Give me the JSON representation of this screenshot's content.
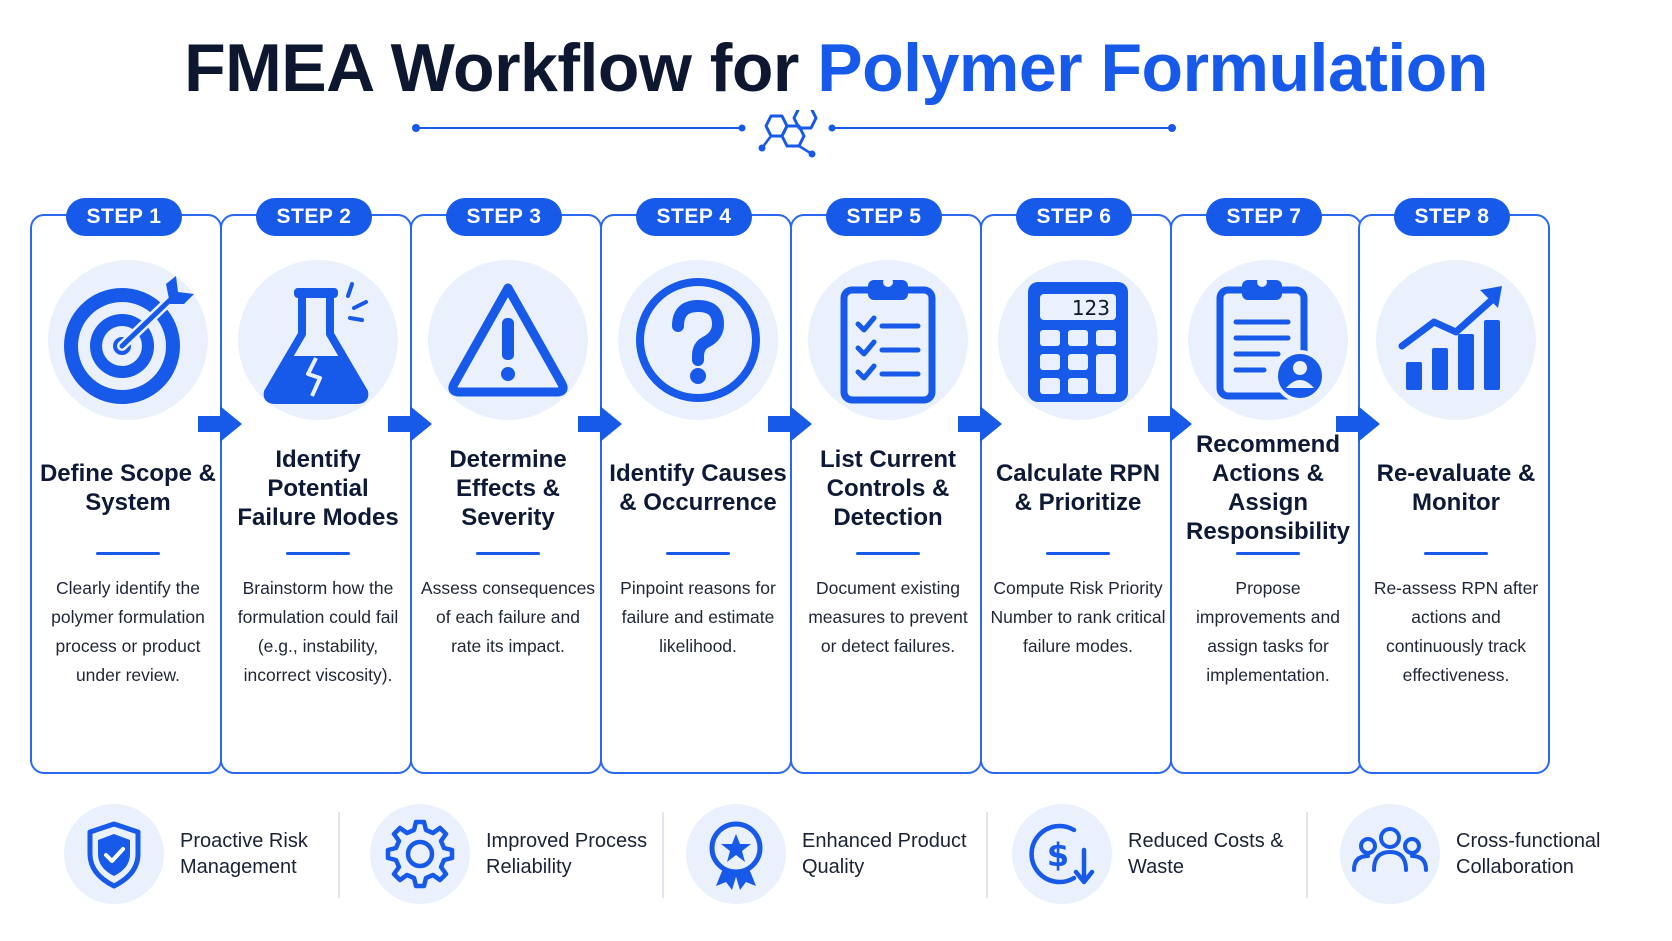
{
  "header": {
    "title_main": "FMEA Workflow for ",
    "title_accent": "Polymer Formulation"
  },
  "colors": {
    "accent": "#1759e8",
    "light": "#eaf1fd",
    "text": "#0d1730"
  },
  "steps": [
    {
      "badge": "STEP 1",
      "icon": "target-icon",
      "title": "Define Scope & System",
      "desc": "Clearly identify the polymer formulation process or product under review."
    },
    {
      "badge": "STEP 2",
      "icon": "flask-icon",
      "title": "Identify Potential Failure Modes",
      "desc": "Brainstorm how the formulation could fail (e.g., instability, incorrect viscosity)."
    },
    {
      "badge": "STEP 3",
      "icon": "warning-icon",
      "title": "Determine Effects & Severity",
      "desc": "Assess consequences of each failure and rate its impact."
    },
    {
      "badge": "STEP 4",
      "icon": "question-icon",
      "title": "Identify Causes & Occurrence",
      "desc": "Pinpoint reasons for failure and estimate likelihood."
    },
    {
      "badge": "STEP 5",
      "icon": "checklist-icon",
      "title": "List Current Controls & Detection",
      "desc": "Document existing measures to prevent or detect failures."
    },
    {
      "badge": "STEP 6",
      "icon": "calculator-icon",
      "title": "Calculate RPN & Prioritize",
      "desc": "Compute Risk Priority Number to rank critical failure modes.",
      "calc_display": "123"
    },
    {
      "badge": "STEP 7",
      "icon": "clipboard-user-icon",
      "title": "Recommend Actions & Assign Responsibility",
      "desc": "Propose improvements and assign tasks for implementation."
    },
    {
      "badge": "STEP 8",
      "icon": "growth-chart-icon",
      "title": "Re-evaluate & Monitor",
      "desc": "Re-assess RPN after actions and continuously track effectiveness."
    }
  ],
  "benefits": [
    {
      "icon": "shield-check-icon",
      "label": "Proactive Risk Management"
    },
    {
      "icon": "gear-icon",
      "label": "Improved Process Reliability"
    },
    {
      "icon": "award-star-icon",
      "label": "Enhanced Product Quality"
    },
    {
      "icon": "dollar-down-icon",
      "label": "Reduced Costs & Waste"
    },
    {
      "icon": "team-icon",
      "label": "Cross-functional Collaboration"
    }
  ]
}
